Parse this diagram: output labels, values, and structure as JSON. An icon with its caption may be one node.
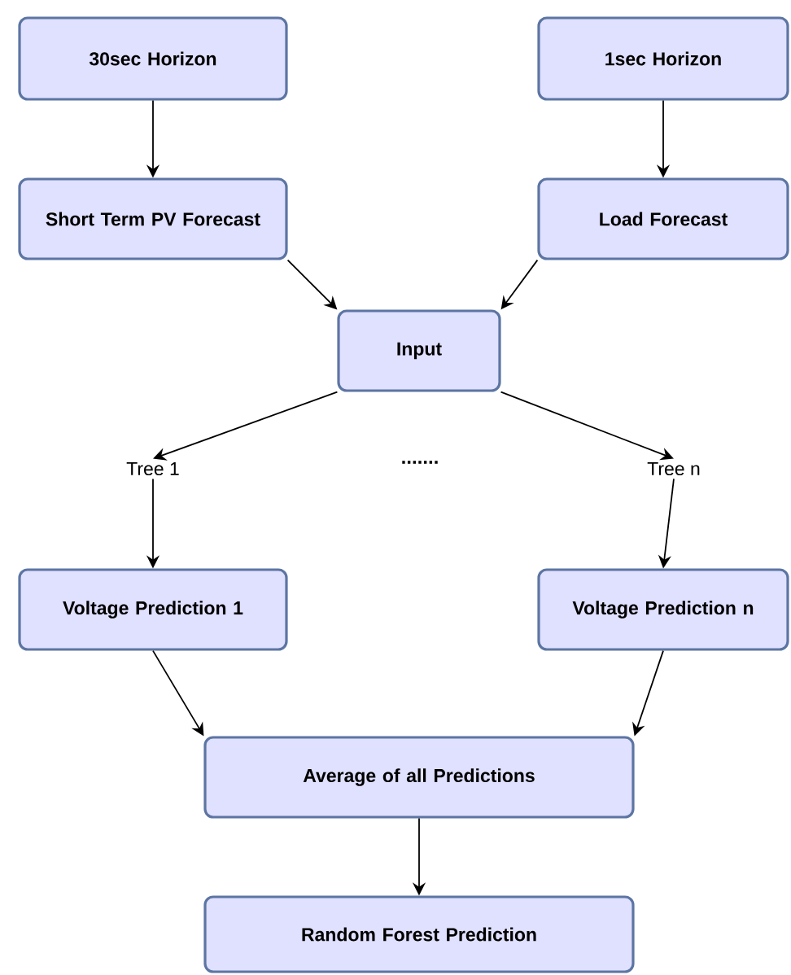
{
  "diagram": {
    "nodes": [
      {
        "text": [
          "30sec Horizon"
        ]
      },
      {
        "text": [
          "1sec Horizon"
        ]
      },
      {
        "text": [
          "Short Term PV Forecast"
        ]
      },
      {
        "text": [
          "Load Forecast"
        ]
      },
      {
        "text": [
          "Input"
        ]
      },
      {
        "text": [
          "Tree 1"
        ]
      },
      {
        "text": [
          "Tree n"
        ]
      },
      {
        "text": [
          "Voltage Prediction 1"
        ]
      },
      {
        "text": [
          "Voltage Prediction n"
        ]
      },
      {
        "text": [
          "Average of all Predictions"
        ]
      },
      {
        "text": [
          "Random Forest Prediction"
        ]
      }
    ],
    "edges": [
      {
        "from": 0,
        "to": 2,
        "arrow": "to"
      },
      {
        "from": 1,
        "to": 3,
        "arrow": "to"
      },
      {
        "from": 2,
        "to": 4,
        "arrow": "to"
      },
      {
        "from": 3,
        "to": 4,
        "arrow": "to"
      },
      {
        "from": 4,
        "to": 5,
        "arrow": "to"
      },
      {
        "from": 4,
        "to": 6,
        "arrow": "to"
      },
      {
        "from": 5,
        "to": 7,
        "arrow": "to"
      },
      {
        "from": 6,
        "to": 8,
        "arrow": "to"
      },
      {
        "from": 7,
        "to": 9,
        "arrow": "to"
      },
      {
        "from": 8,
        "to": 9,
        "arrow": "to"
      },
      {
        "from": 9,
        "to": 10,
        "arrow": "to"
      }
    ],
    "labels": [
      "......."
    ]
  }
}
